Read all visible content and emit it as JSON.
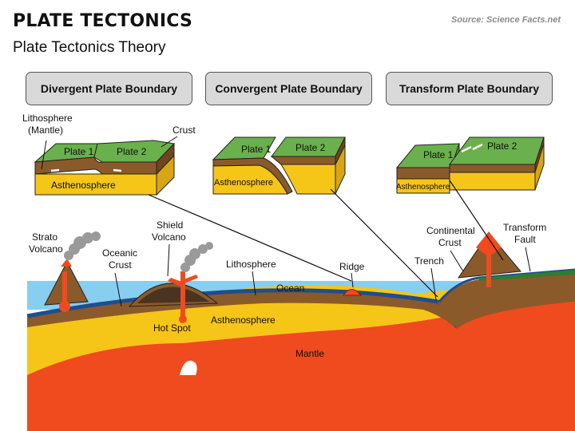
{
  "header": {
    "title": "PLATE TECTONICS",
    "subtitle": "Plate Tectonics Theory",
    "source": "Source: Science Facts.net"
  },
  "boundaries": [
    {
      "label": "Divergent Plate Boundary"
    },
    {
      "label": "Convergent Plate Boundary"
    },
    {
      "label": "Transform Plate Boundary"
    }
  ],
  "block_labels": {
    "lithosphere_mantle_1": "Lithosphere",
    "lithosphere_mantle_2": "(Mantle)",
    "crust": "Crust",
    "plate1": "Plate 1",
    "plate2": "Plate 2",
    "asthenosphere": "Asthenosphere"
  },
  "cross_section_labels": {
    "strato_1": "Strato",
    "strato_2": "Volcano",
    "shield_1": "Shield",
    "shield_2": "Volcano",
    "oceanic_1": "Oceanic",
    "oceanic_2": "Crust",
    "lithosphere": "Lithosphere",
    "ridge": "Ridge",
    "ocean": "Ocean",
    "hot_spot": "Hot Spot",
    "asthenosphere": "Asthenosphere",
    "mantle": "Mantle",
    "continental_1": "Continental",
    "continental_2": "Crust",
    "trench": "Trench",
    "transform_1": "Transform",
    "transform_2": "Fault"
  },
  "colors": {
    "plate_green": "#6ab04c",
    "lithosphere_brown": "#8b5a2b",
    "asthenosphere_yellow": "#f5c518",
    "mantle_red": "#f04a1f",
    "ocean_blue": "#87cef0",
    "crust_blue": "#1f4e8c",
    "pill_gray": "#d9d9d9"
  }
}
